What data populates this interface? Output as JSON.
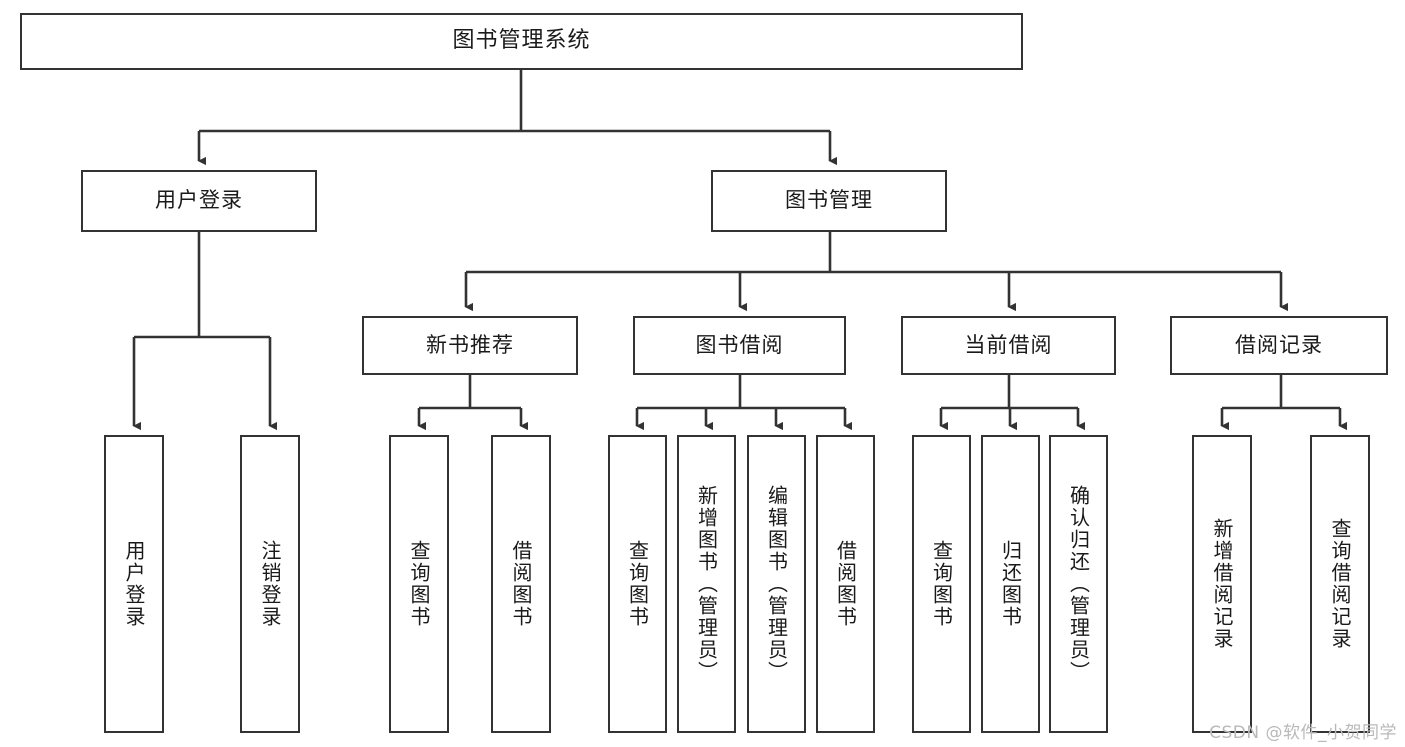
{
  "diagram": {
    "title": "图书管理系统",
    "type": "tree-hierarchy-chart",
    "root": {
      "label": "图书管理系统"
    },
    "level2": [
      {
        "label": "用户登录"
      },
      {
        "label": "图书管理"
      }
    ],
    "level3": [
      {
        "label": "新书推荐"
      },
      {
        "label": "图书借阅"
      },
      {
        "label": "当前借阅"
      },
      {
        "label": "借阅记录"
      }
    ],
    "leaves": [
      {
        "label": "用户登录",
        "parent": "用户登录"
      },
      {
        "label": "注销登录",
        "parent": "用户登录"
      },
      {
        "label": "查询图书",
        "parent": "新书推荐"
      },
      {
        "label": "借阅图书",
        "parent": "新书推荐"
      },
      {
        "label": "查询图书",
        "parent": "图书借阅"
      },
      {
        "label": "新增图书（管理员）",
        "parent": "图书借阅"
      },
      {
        "label": "编辑图书（管理员）",
        "parent": "图书借阅"
      },
      {
        "label": "借阅图书",
        "parent": "图书借阅"
      },
      {
        "label": "查询图书",
        "parent": "当前借阅"
      },
      {
        "label": "归还图书",
        "parent": "当前借阅"
      },
      {
        "label": "确认归还（管理员）",
        "parent": "当前借阅"
      },
      {
        "label": "新增借阅记录",
        "parent": "借阅记录"
      },
      {
        "label": "查询借阅记录",
        "parent": "借阅记录"
      }
    ],
    "colors": {
      "box_border": "#333333",
      "box_fill": "#ffffff",
      "edge": "#333333",
      "text": "#1a1a1a",
      "watermark": "#b9b9b9",
      "background": "#ffffff"
    }
  },
  "watermark": {
    "text": "CSDN @软件_小贺同学"
  }
}
